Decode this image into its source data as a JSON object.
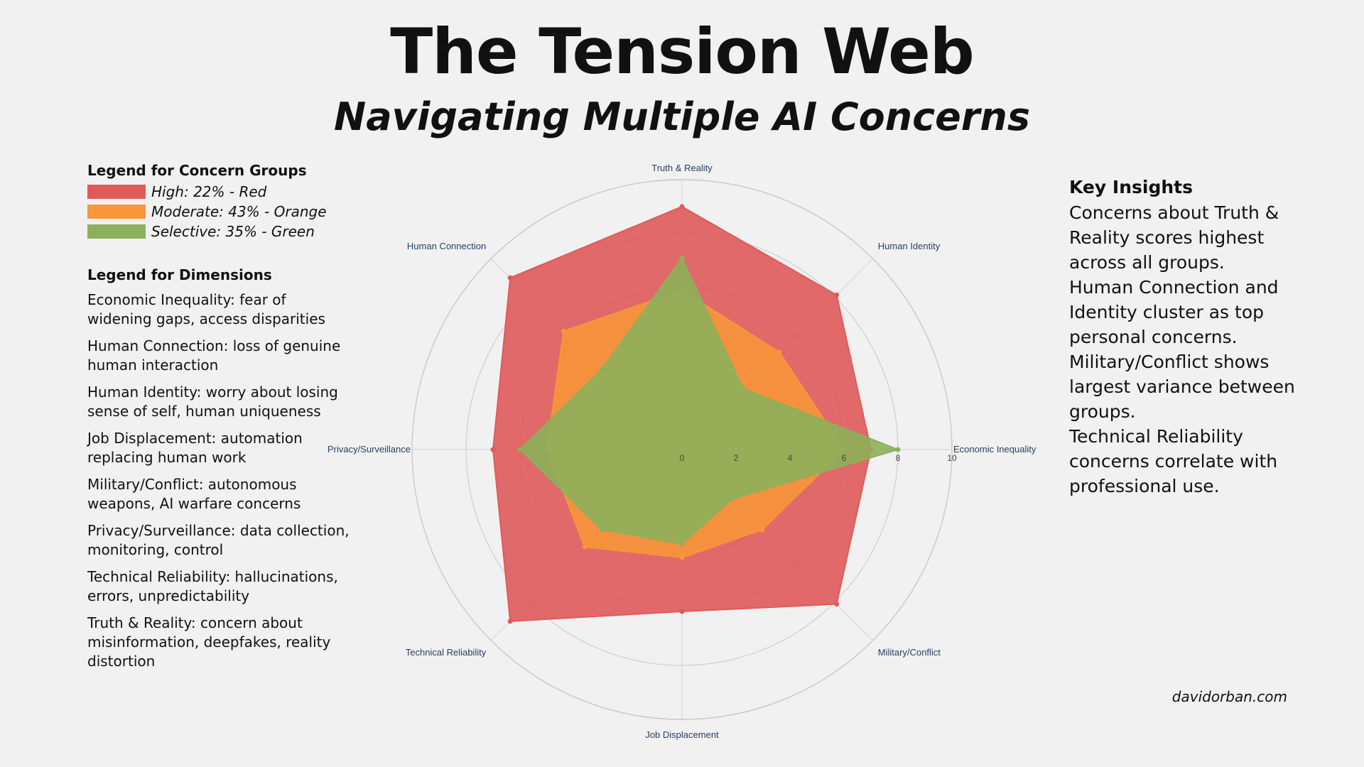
{
  "title": "The Tension Web",
  "subtitle": "Navigating Multiple AI Concerns",
  "groups_legend": {
    "heading": "Legend for Concern Groups",
    "items": [
      {
        "label": "High: 22% - Red",
        "color": "#e05a5a"
      },
      {
        "label": "Moderate: 43% - Orange",
        "color": "#f7963a"
      },
      {
        "label": "Selective: 35% - Green",
        "color": "#8db05a"
      }
    ]
  },
  "dimensions_legend": {
    "heading": "Legend for Dimensions",
    "items": [
      "Economic Inequality: fear of widening gaps, access disparities",
      "Human Connection: loss of genuine human interaction",
      "Human Identity: worry about losing sense of self, human uniqueness",
      "Job Displacement: automation replacing human work",
      "Military/Conflict: autonomous weapons, AI warfare concerns",
      "Privacy/Surveillance: data collection, monitoring, control",
      "Technical Reliability: hallucinations, errors, unpredictability",
      "Truth & Reality: concern about misinformation, deepfakes, reality distortion"
    ]
  },
  "insights": {
    "heading": "Key Insights",
    "items": [
      "Concerns about Truth & Reality scores highest across all groups.",
      "Human Connection and Identity cluster as top personal concerns.",
      "Military/Conflict shows largest variance between groups.",
      "Technical Reliability concerns correlate with professional use."
    ]
  },
  "footer": "davidorban.com",
  "chart_data": {
    "type": "radar",
    "axes": [
      "Truth & Reality",
      "Human Identity",
      "Economic Inequality",
      "Military/Conflict",
      "Job Displacement",
      "Technical Reliability",
      "Privacy/Surveillance",
      "Human Connection"
    ],
    "tick_labels": [
      "0",
      "2",
      "4",
      "6",
      "8",
      "10"
    ],
    "range": [
      0,
      10
    ],
    "series": [
      {
        "name": "High",
        "color": "#e05a5a",
        "values": [
          9,
          8.1,
          7,
          8.1,
          6,
          9,
          7,
          9
        ]
      },
      {
        "name": "Moderate",
        "color": "#f7963a",
        "values": [
          5.9,
          5.1,
          6,
          4.2,
          4,
          5.1,
          5,
          6.2
        ]
      },
      {
        "name": "Selective",
        "color": "#8db05a",
        "values": [
          7.1,
          3.2,
          8,
          2.6,
          3.5,
          4.2,
          6,
          4.2
        ]
      }
    ]
  }
}
